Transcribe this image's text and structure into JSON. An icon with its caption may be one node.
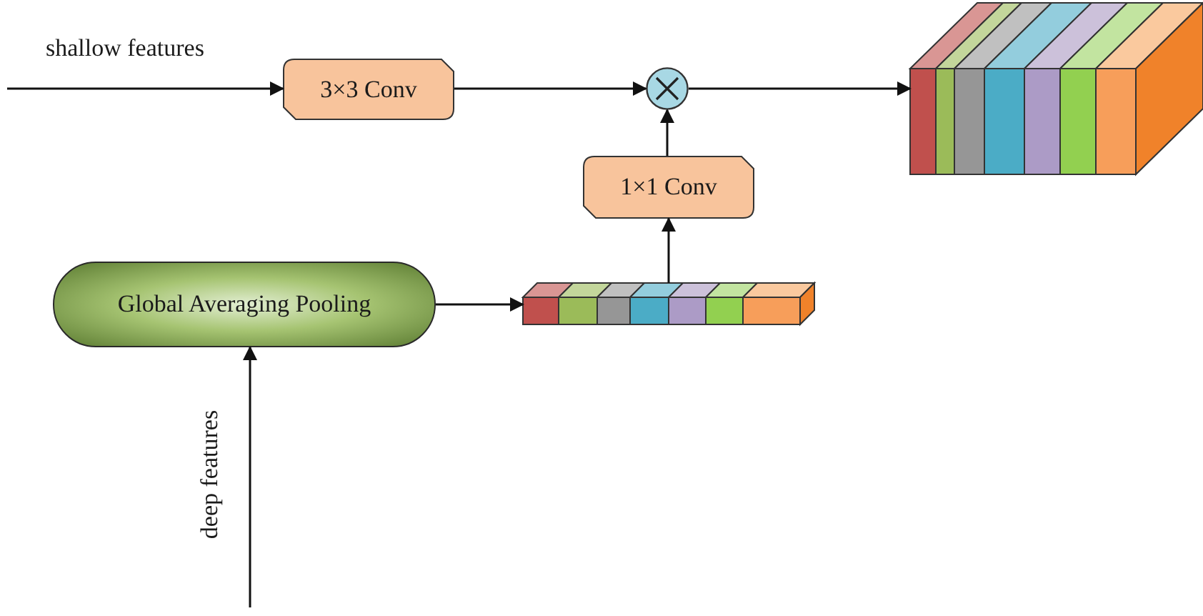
{
  "diagram": {
    "nodes": [
      {
        "text": [
          "3×3 Conv"
        ]
      },
      {
        "text": [],
        "shape": "circle"
      },
      {
        "text": [],
        "shape": "picture"
      },
      {
        "text": [
          "1×1 Conv"
        ]
      },
      {
        "text": [
          "Global Averaging Pooling"
        ]
      },
      {
        "text": [],
        "shape": "bar"
      }
    ],
    "edges": [
      {
        "from": null,
        "to": 0,
        "arrow": "to",
        "label": "shallow features"
      },
      {
        "from": 0,
        "to": 1,
        "arrow": "to"
      },
      {
        "from": 1,
        "to": 2,
        "arrow": "to"
      },
      {
        "from": 3,
        "to": 1,
        "arrow": "to"
      },
      {
        "from": 5,
        "to": 3,
        "arrow": "to"
      },
      {
        "from": 4,
        "to": 5,
        "arrow": "to"
      },
      {
        "from": null,
        "to": 4,
        "arrow": "to",
        "label": "deep features"
      }
    ]
  }
}
